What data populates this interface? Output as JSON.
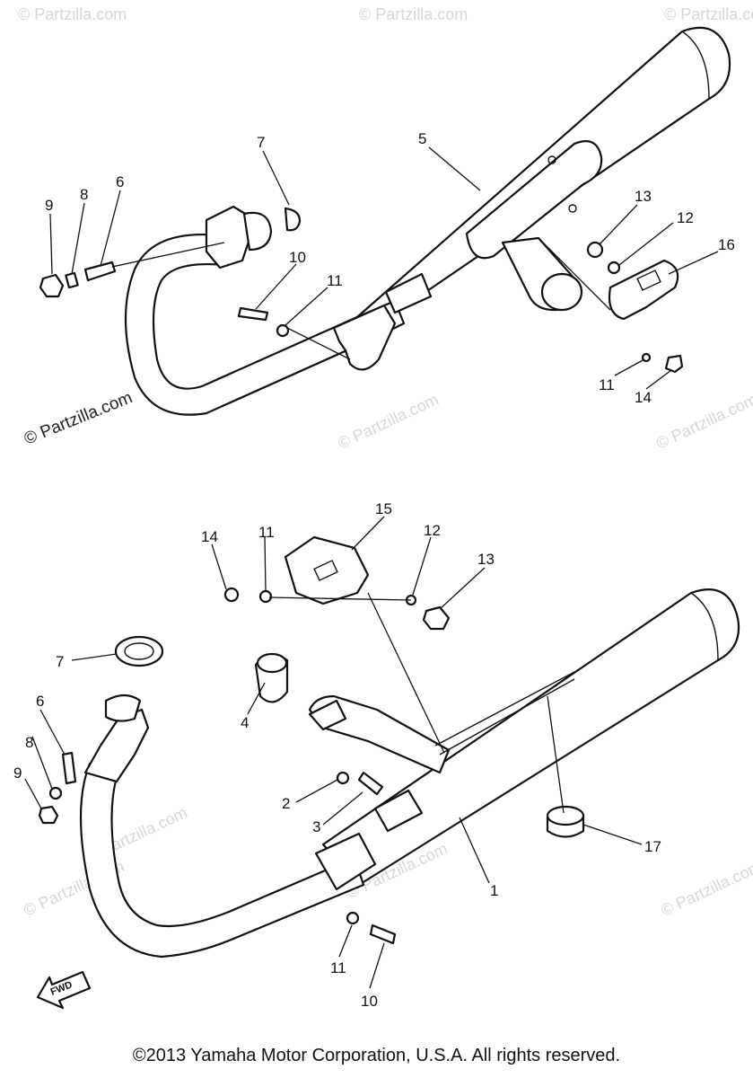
{
  "watermarks": {
    "primary": "© Partzilla.com",
    "repeat": "© Partzilla.com"
  },
  "callouts": {
    "upper": {
      "p9": "9",
      "p8": "8",
      "p6": "6",
      "p7": "7",
      "p5": "5",
      "p10": "10",
      "p11a": "11",
      "p13": "13",
      "p12": "12",
      "p16": "16",
      "p11b": "11",
      "p14": "14"
    },
    "lower": {
      "p14": "14",
      "p11a": "11",
      "p15": "15",
      "p12": "12",
      "p13": "13",
      "p7": "7",
      "p6": "6",
      "p8": "8",
      "p9": "9",
      "p4": "4",
      "p2": "2",
      "p3": "3",
      "p1": "1",
      "p17": "17",
      "p11b": "11",
      "p10": "10"
    }
  },
  "direction_marker": "FWD",
  "copyright": "©2013 Yamaha Motor Corporation, U.S.A. All rights reserved."
}
